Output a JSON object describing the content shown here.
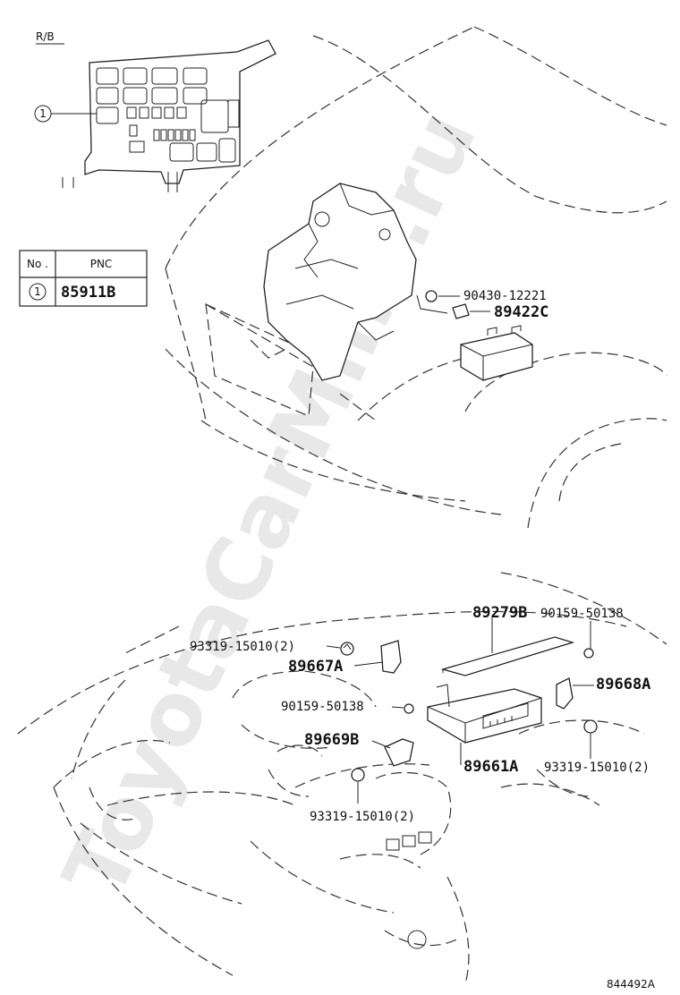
{
  "relay_box": {
    "label": "R/B",
    "callout": "1"
  },
  "pnc_table": {
    "header_no": "No .",
    "header_pnc": "PNC",
    "row_no": "1",
    "row_pnc": "85911B"
  },
  "engine_parts": {
    "bolt": "90430-12221",
    "sensor": "89422C"
  },
  "dash_parts": {
    "ecu_cover": "89279B",
    "screw_top": "90159-50138",
    "nut_top_left": "93319-15010(2)",
    "bracket_left_a": "89667A",
    "bracket_right_a": "89668A",
    "screw_left": "90159-50138",
    "bracket_left_b": "89669B",
    "ecu_main": "89661A",
    "nut_right": "93319-15010(2)",
    "nut_bottom": "93319-15010(2)"
  },
  "figure_code": "844492A",
  "watermark": "ToyotaCarMine.ru"
}
